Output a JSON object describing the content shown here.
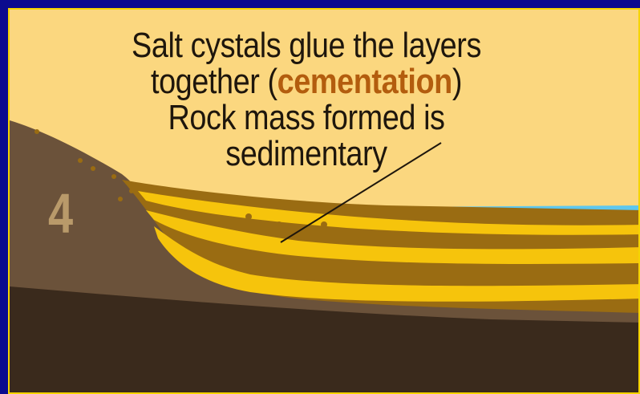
{
  "caption": {
    "line1": "Salt cystals glue the layers",
    "line2_before": "together (",
    "line2_term": "cementation",
    "line2_after": ")",
    "line3": "Rock mass formed is sedimentary"
  },
  "step_number": "4",
  "colors": {
    "sky": "#fbd77f",
    "water": "#5ec7ee",
    "hillside": "#6b523a",
    "bedrock": "#3a2a1c",
    "sediment_dark": "#9a6c12",
    "sediment_light": "#f6c40c",
    "highlight_term": "#b35d0e",
    "frame": "#0b0b8e",
    "frame_border": "#f5d400"
  }
}
